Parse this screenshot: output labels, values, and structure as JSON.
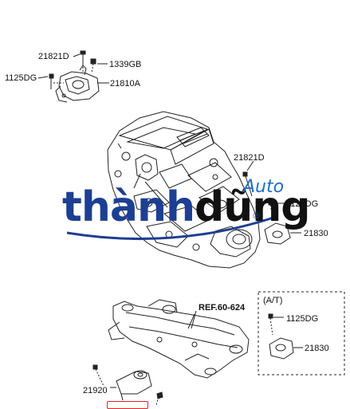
{
  "diagram": {
    "labels": {
      "top_bolt_upper": "21821D",
      "top_nut": "1339GB",
      "top_bolt_left": "1125DG",
      "top_bracket": "21810A",
      "right_bolt_upper": "21821D",
      "right_bolt": "1125DG",
      "right_mount": "21830",
      "ref": "REF.60-624",
      "at_box_title": "(A/T)",
      "at_bolt": "1125DG",
      "at_mount": "21830",
      "bottom_bolt": "21920"
    },
    "colors": {
      "line": "#222222",
      "highlight_box": "#dd2222"
    }
  },
  "watermark": {
    "text_part1": "thành",
    "text_part2": "dũng",
    "sub": "Auto",
    "reg": "®",
    "colors": {
      "primary": "#1d3f93",
      "secondary": "#111111",
      "accent": "#1d6fd0"
    }
  }
}
